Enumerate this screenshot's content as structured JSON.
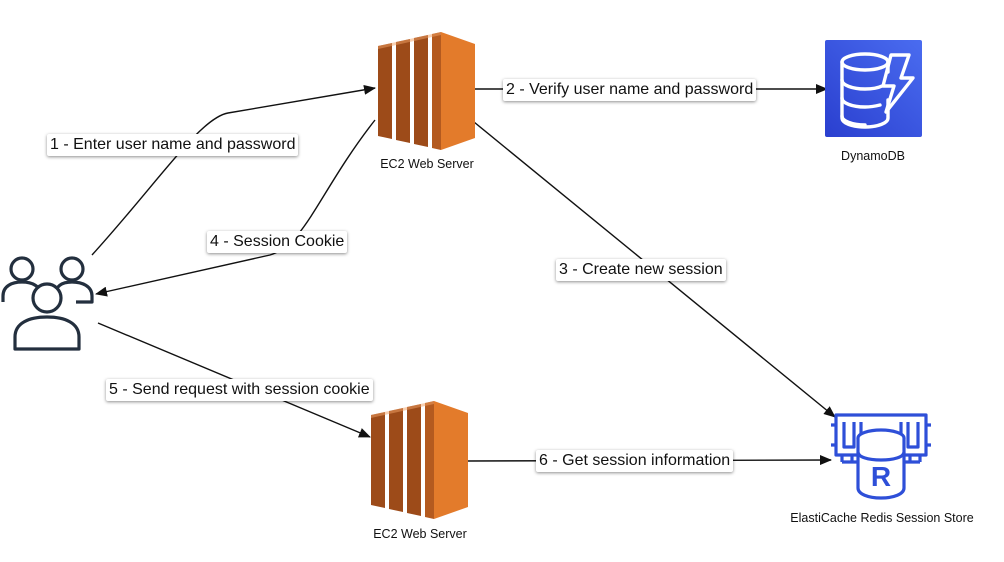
{
  "diagram": {
    "nodes": {
      "users": {
        "icon": "users-icon"
      },
      "ec2_top": {
        "icon": "ec2-instance-icon",
        "label": "EC2 Web Server",
        "color": "#e07a29"
      },
      "ec2_bottom": {
        "icon": "ec2-instance-icon",
        "label": "EC2 Web Server",
        "color": "#e07a29"
      },
      "dynamodb": {
        "icon": "dynamodb-icon",
        "label": "DynamoDB",
        "color": "#2e4fd8"
      },
      "redis": {
        "icon": "elasticache-redis-icon",
        "label": "ElastiCache Redis Session Store",
        "color": "#2e4fd8"
      }
    },
    "edges": [
      {
        "id": "e1",
        "label": "1 - Enter user name and password",
        "from": "users",
        "to": "ec2_top"
      },
      {
        "id": "e2",
        "label": "2 - Verify user name and password",
        "from": "ec2_top",
        "to": "dynamodb"
      },
      {
        "id": "e3",
        "label": "3 - Create new session",
        "from": "ec2_top",
        "to": "redis"
      },
      {
        "id": "e4",
        "label": "4 - Session Cookie",
        "from": "ec2_top",
        "to": "users"
      },
      {
        "id": "e5",
        "label": "5 - Send request with session cookie",
        "from": "users",
        "to": "ec2_bottom"
      },
      {
        "id": "e6",
        "label": "6 - Get session information",
        "from": "ec2_bottom",
        "to": "redis"
      }
    ]
  }
}
